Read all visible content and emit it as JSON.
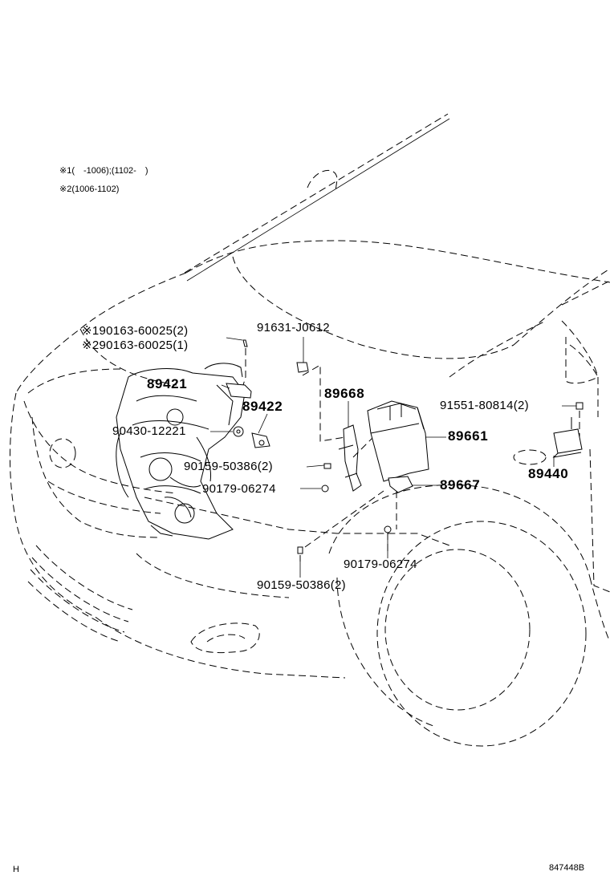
{
  "notes": {
    "note1": "※1(　-1006);(1102-　)",
    "note2": "※2(1006-1102)"
  },
  "labels": {
    "p90163_a": "※190163-60025(2)",
    "p90163_b": "※290163-60025(1)",
    "p91631": "91631-J0612",
    "p89421": "89421",
    "p89668": "89668",
    "p91551": "91551-80814(2)",
    "p89422": "89422",
    "p90430": "90430-12221",
    "p89661": "89661",
    "p90159_a": "90159-50386(2)",
    "p89440": "89440",
    "p90179_a": "90179-06274",
    "p89667": "89667",
    "p90179_b": "90179-06274",
    "p90159_b": "90159-50386(2)"
  },
  "footer": {
    "left": "H",
    "right": "847448B"
  }
}
